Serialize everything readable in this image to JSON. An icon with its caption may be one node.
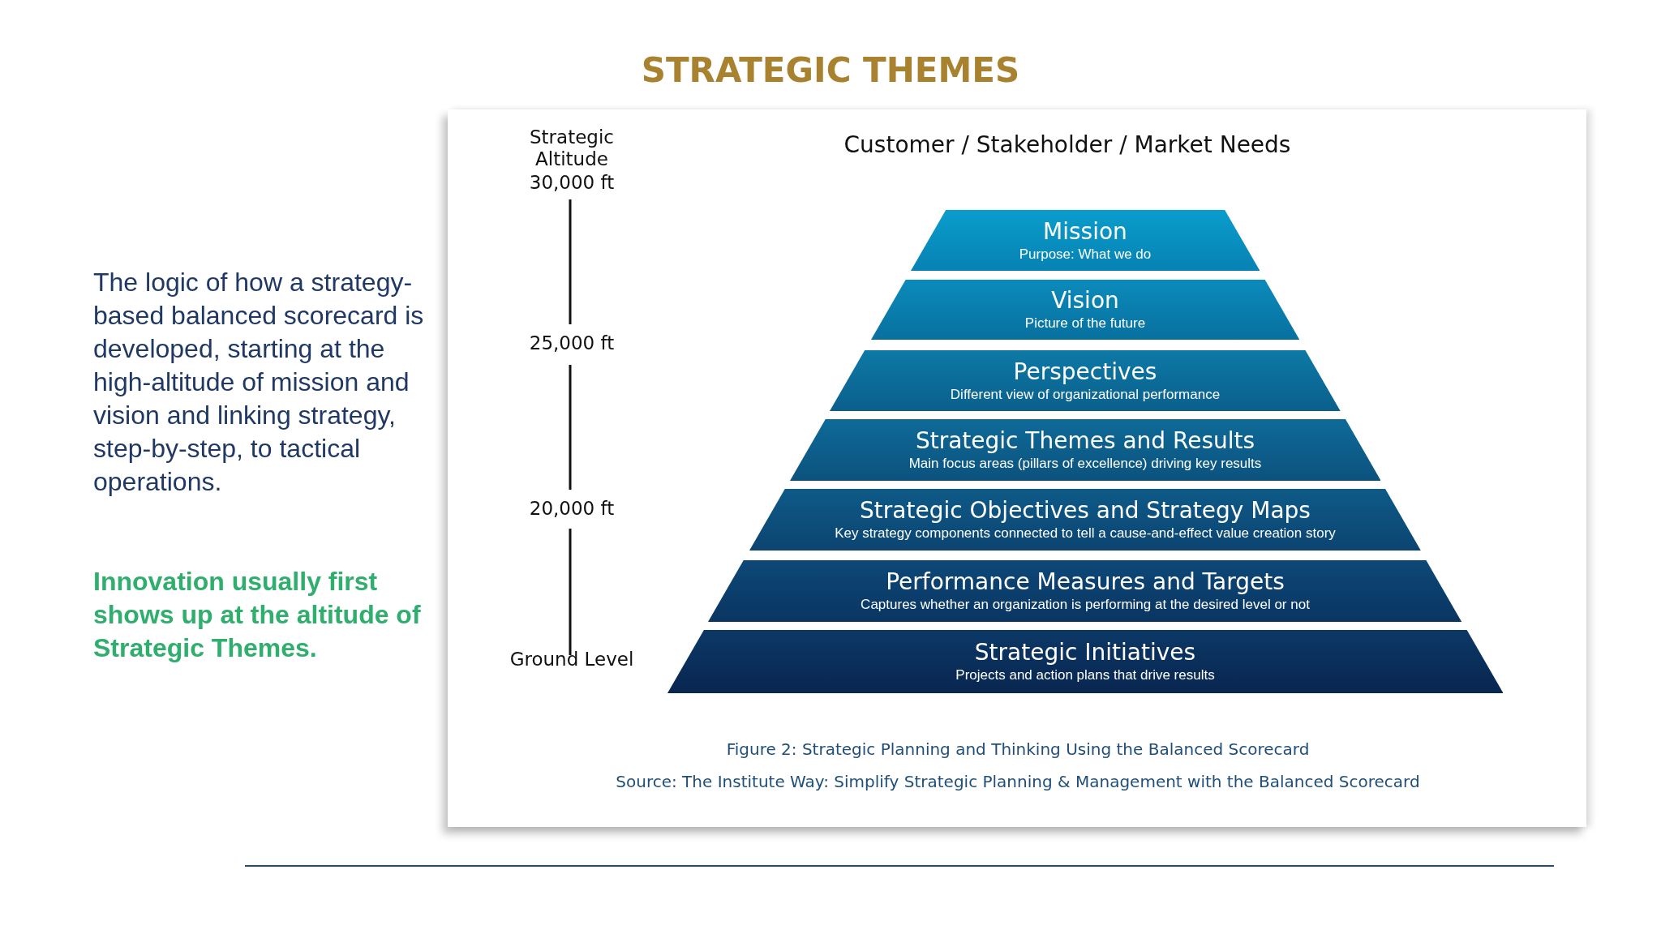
{
  "diagram": {
    "title": "STRATEGIC THEMES",
    "caption": "Figure 2: Strategic Planning and Thinking Using the Balanced Scorecard",
    "nodes": [
      {
        "text": [
          "Mission",
          "Purpose: What we do"
        ]
      },
      {
        "text": [
          "Vision",
          "Picture of the future"
        ]
      },
      {
        "text": [
          "Perspectives",
          "Different view of organizational performance"
        ]
      },
      {
        "text": [
          "Strategic Themes and Results",
          "Main focus areas (pillars of excellence) driving key results"
        ]
      },
      {
        "text": [
          "Strategic Objectives and Strategy Maps",
          "Key strategy components connected to tell a cause-and-effect value creation story"
        ]
      },
      {
        "text": [
          "Performance Measures and Targets",
          "Captures whether an organization is performing at the desired level or not"
        ]
      },
      {
        "text": [
          "Strategic Initiatives",
          "Projects and action plans that drive results"
        ]
      }
    ],
    "labels": [
      "The logic of how a strategy-based balanced scorecard is developed, starting at the high-altitude of mission and vision and linking strategy, step-by-step, to tactical operations.",
      "Innovation usually first shows up at the altitude of Strategic Themes.",
      "Strategic Altitude",
      "30,000 ft",
      "Customer / Stakeholder / Market Needs",
      "25,000 ft",
      "20,000 ft",
      "Ground Level",
      "Source: The Institute Way: Simplify Strategic Planning & Management with the Balanced Scorecard"
    ]
  }
}
